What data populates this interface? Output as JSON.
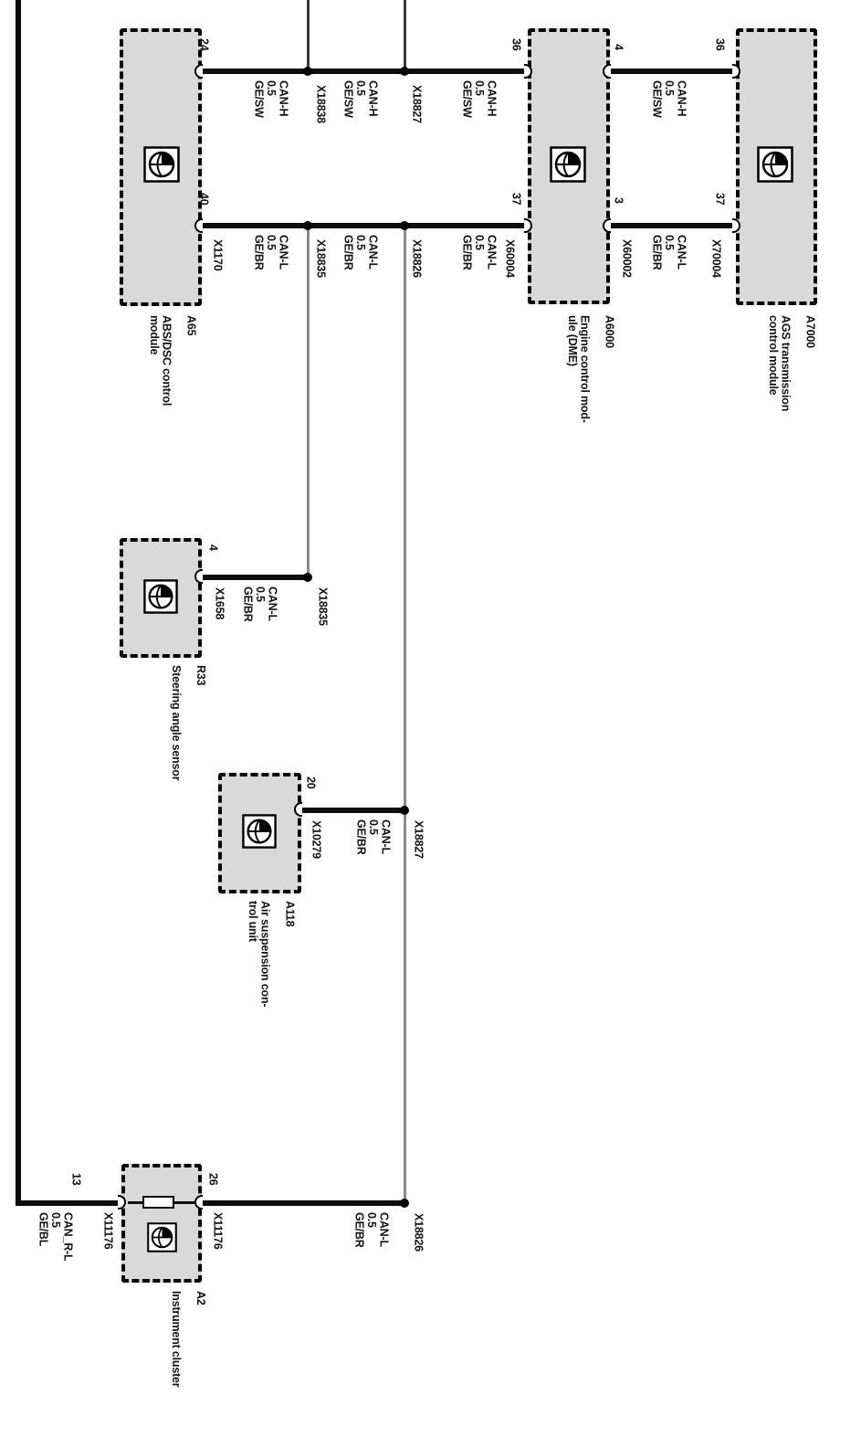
{
  "diagram_type": "CAN bus wiring diagram (rotated 90°)",
  "modules": {
    "abs": {
      "id": "A65",
      "name": "ABS/DSC control\nmodule"
    },
    "dme": {
      "id": "A6000",
      "name": "Engine control mod-\nule (DME)"
    },
    "ags": {
      "id": "A7000",
      "name": "AGS transmission\ncontrol module"
    },
    "sas": {
      "id": "R33",
      "name": "Steering angle sensor"
    },
    "ehc": {
      "id": "A118",
      "name": "Air suspension con-\ntrol unit"
    },
    "kombi": {
      "id": "A2",
      "name": "Instrument cluster"
    }
  },
  "pins": {
    "abs_can_h": "24",
    "abs_can_l": "40",
    "dme_can_h_in": "36",
    "dme_can_l_in": "37",
    "dme_can_h_out": "4",
    "dme_can_l_out": "3",
    "ags_can_h": "36",
    "ags_can_l": "37",
    "sas_can_l": "4",
    "ehc_can_l": "20",
    "kombi_can_r_l": "13",
    "kombi_can_l": "26"
  },
  "connectors": {
    "abs": "X1170",
    "dme_left": "X60004",
    "dme_right": "X60002",
    "ags": "X70004",
    "sas": "X1658",
    "ehc": "X10279",
    "kombi_left": "X11176",
    "kombi_right": "X11176"
  },
  "junctions": {
    "can_h_1": "X18838",
    "can_h_2": "X18827",
    "can_l_1": "X18835",
    "can_l_2": "X18826",
    "sas_tap": "X18835",
    "ehc_tap": "X18827",
    "kombi_tap": "X18826"
  },
  "wire_labels": {
    "can_h": "CAN-H\n0.5\nGE/SW",
    "can_l": "CAN-L\n0.5\nGE/BR",
    "can_r_l": "CAN_R-L\n0.5\nGE/BL"
  },
  "icons": {
    "module_icon": "control-module-globe-icon",
    "resistor": "terminating-resistor"
  },
  "colors": {
    "module_fill": "#d9d9d9",
    "wire": "#0d0d0d",
    "junction_line": "#8c8c8c",
    "background": "#ffffff"
  }
}
